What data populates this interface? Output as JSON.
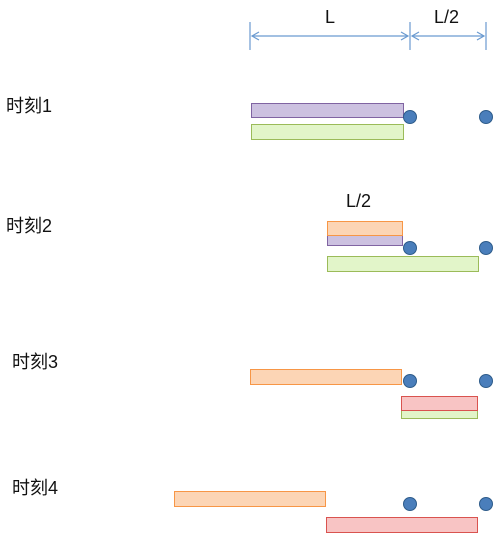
{
  "labels": {
    "dim_L": "L",
    "dim_L_half": "L/2",
    "rod_L_half": "L/2",
    "moment1": "时刻1",
    "moment2": "时刻2",
    "moment3": "时刻3",
    "moment4": "时刻4"
  },
  "colors": {
    "purple_fill": "#ccc1e0",
    "purple_border": "#8064a2",
    "green_fill": "#e2f5c9",
    "green_border": "#9bbb59",
    "orange_fill": "#fcd5b5",
    "orange_border": "#f79646",
    "red_fill": "#f8c4c4",
    "red_border": "#d9534f",
    "dot_fill": "#4a7ebb",
    "dimension_line": "#6a9ad0"
  },
  "icons": {
    "dot": "filled-circle"
  }
}
